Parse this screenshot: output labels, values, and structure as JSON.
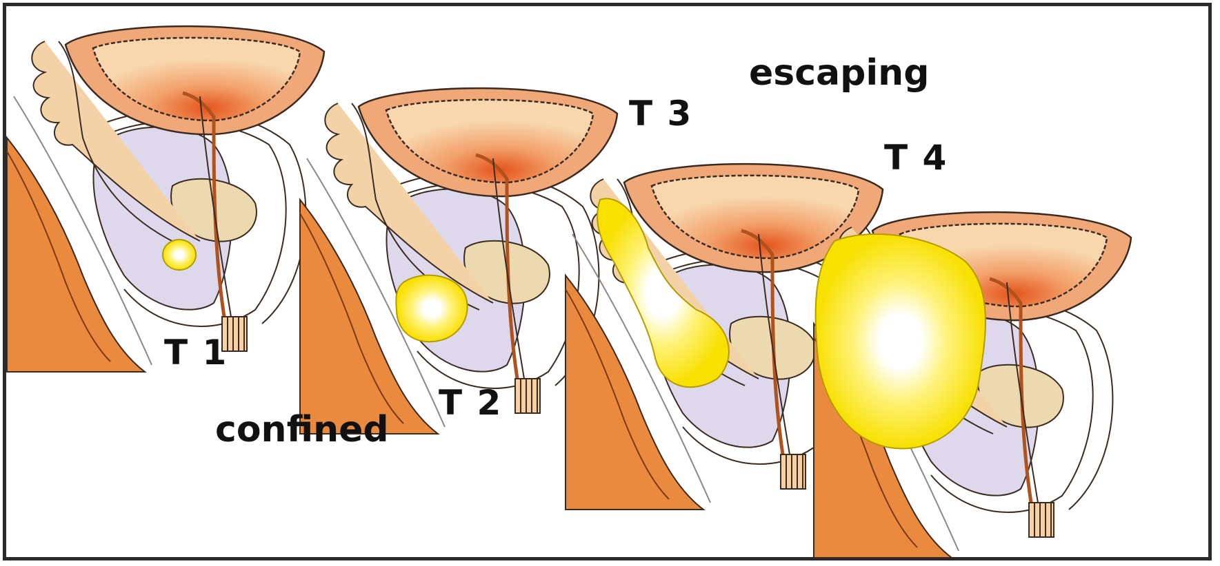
{
  "stages": [
    {
      "label": "T 1",
      "tumor": "small"
    },
    {
      "label": "T 2",
      "tumor": "medium"
    },
    {
      "label": "T 3",
      "tumor": "extending"
    },
    {
      "label": "T 4",
      "tumor": "large"
    }
  ],
  "groups": {
    "confined": "confined",
    "escaping": "escaping"
  },
  "colors": {
    "bladder": "#f0a878",
    "bladder_inner": "#f7d0a4",
    "rectum": "#ea8a3e",
    "prostate": "#ddd8ec",
    "vesicle": "#ecd9b0",
    "tumor": "#f8e400",
    "outline": "#3a2a20",
    "frame": "#2b2b2b"
  }
}
